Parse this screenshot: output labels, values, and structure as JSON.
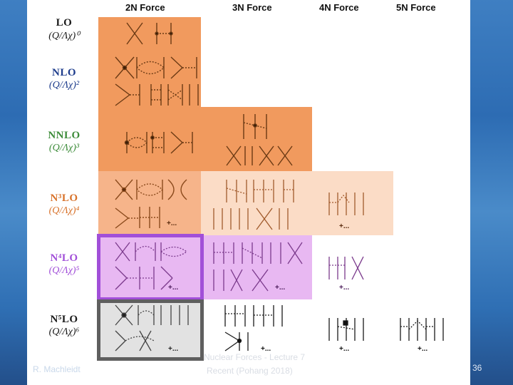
{
  "headers": [
    "2N Force",
    "3N Force",
    "4N Force",
    "5N Force"
  ],
  "orders": [
    {
      "name": "LO",
      "expansion": "(Q/Λχ)⁰"
    },
    {
      "name": "NLO",
      "expansion": "(Q/Λχ)²"
    },
    {
      "name": "NNLO",
      "expansion": "(Q/Λχ)³"
    },
    {
      "name": "N³LO",
      "expansion": "(Q/Λχ)⁴"
    },
    {
      "name": "N⁴LO",
      "expansion": "(Q/Λχ)⁵"
    },
    {
      "name": "N⁵LO",
      "expansion": "(Q/Λχ)⁶"
    }
  ],
  "more_label": "+...",
  "footer": {
    "author": "R. Machleidt",
    "title_line1": "Nuclear Forces - Lecture 7",
    "title_line2": "Recent (Pohang 2018)",
    "page": "36"
  },
  "colors": {
    "deep_orange": "#f19a5e",
    "mid_orange": "#f6b48a",
    "pale_orange": "#fbdcc6",
    "lavender": "#e8b8f2",
    "grey": "#e2e2e2",
    "purple_frame": "#a14fd8",
    "grey_frame": "#5f5f5f"
  }
}
